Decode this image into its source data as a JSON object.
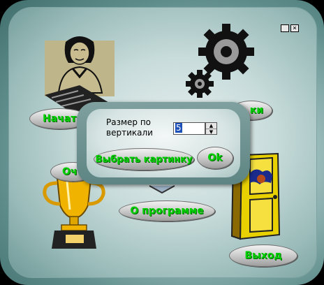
{
  "window": {
    "minimize_label": "_",
    "close_label": "×"
  },
  "menu": {
    "start_label": "Начать",
    "settings_label": "ки",
    "records_label": "Оч",
    "about_label": "О программе",
    "exit_label": "Выход"
  },
  "dialog": {
    "vertical_size_label_line1": "Размер по",
    "vertical_size_label_line2": "вертикали",
    "vertical_size_value": "5",
    "spin_up": "▲",
    "spin_down": "▼",
    "choose_picture_label": "Выбрать картинку",
    "ok_label": "Ok"
  },
  "icons": [
    "typist-woman-icon",
    "gears-icon",
    "trophy-icon",
    "door-icon"
  ],
  "colors": {
    "button_text": "#00d000",
    "window_teal": "#5d8c8a"
  }
}
